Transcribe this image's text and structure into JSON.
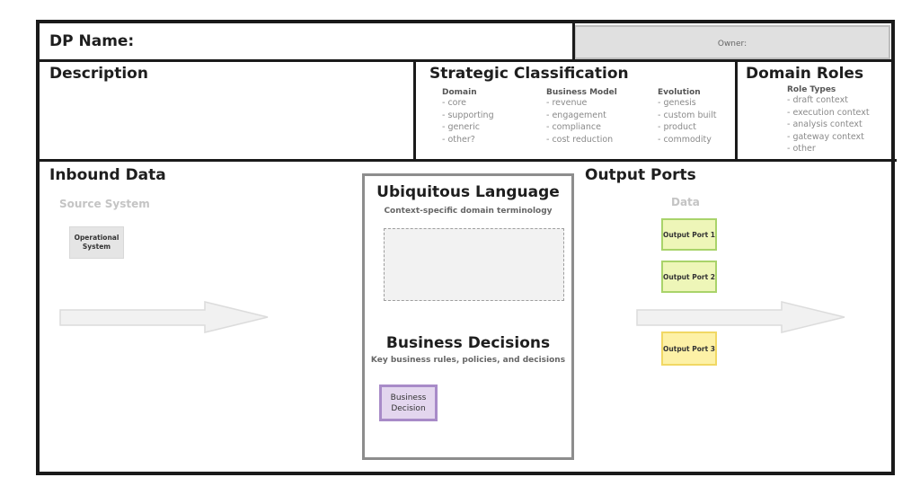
{
  "header": {
    "dp_name_label": "DP Name:",
    "owner_label": "Owner:"
  },
  "description": {
    "title": "Description"
  },
  "strategic": {
    "title": "Strategic Classification",
    "columns": [
      {
        "heading": "Domain",
        "items": [
          "- core",
          "- supporting",
          "- generic",
          "- other?"
        ]
      },
      {
        "heading": "Business Model",
        "items": [
          "- revenue",
          "- engagement",
          "- compliance",
          "- cost reduction"
        ]
      },
      {
        "heading": "Evolution",
        "items": [
          "- genesis",
          "- custom built",
          "- product",
          "- commodity"
        ]
      }
    ]
  },
  "domain_roles": {
    "title": "Domain Roles",
    "heading": "Role Types",
    "items": [
      "- draft context",
      "- execution context",
      "- analysis context",
      "- gateway context",
      "- other"
    ]
  },
  "inbound": {
    "title": "Inbound Data",
    "subtitle": "Source System",
    "source_label": "Operational System"
  },
  "ubiquitous": {
    "title": "Ubiquitous Language",
    "subtitle": "Context-specific domain terminology"
  },
  "decisions": {
    "title": "Business Decisions",
    "subtitle": "Key business rules, policies, and decisions",
    "decision_label": "Business Decision"
  },
  "output": {
    "title": "Output Ports",
    "subtitle": "Data",
    "ports": [
      "Output Port 1",
      "Output Port 2",
      "Output Port 3"
    ]
  },
  "colors": {
    "frame": "#1a1a1a",
    "port_green_fill": "#eef6b8",
    "port_green_border": "#a9d36a",
    "port_yellow_fill": "#fdf1a6",
    "port_yellow_border": "#f1d864",
    "decision_fill": "#e3d6ee",
    "decision_border": "#a88bc8"
  }
}
